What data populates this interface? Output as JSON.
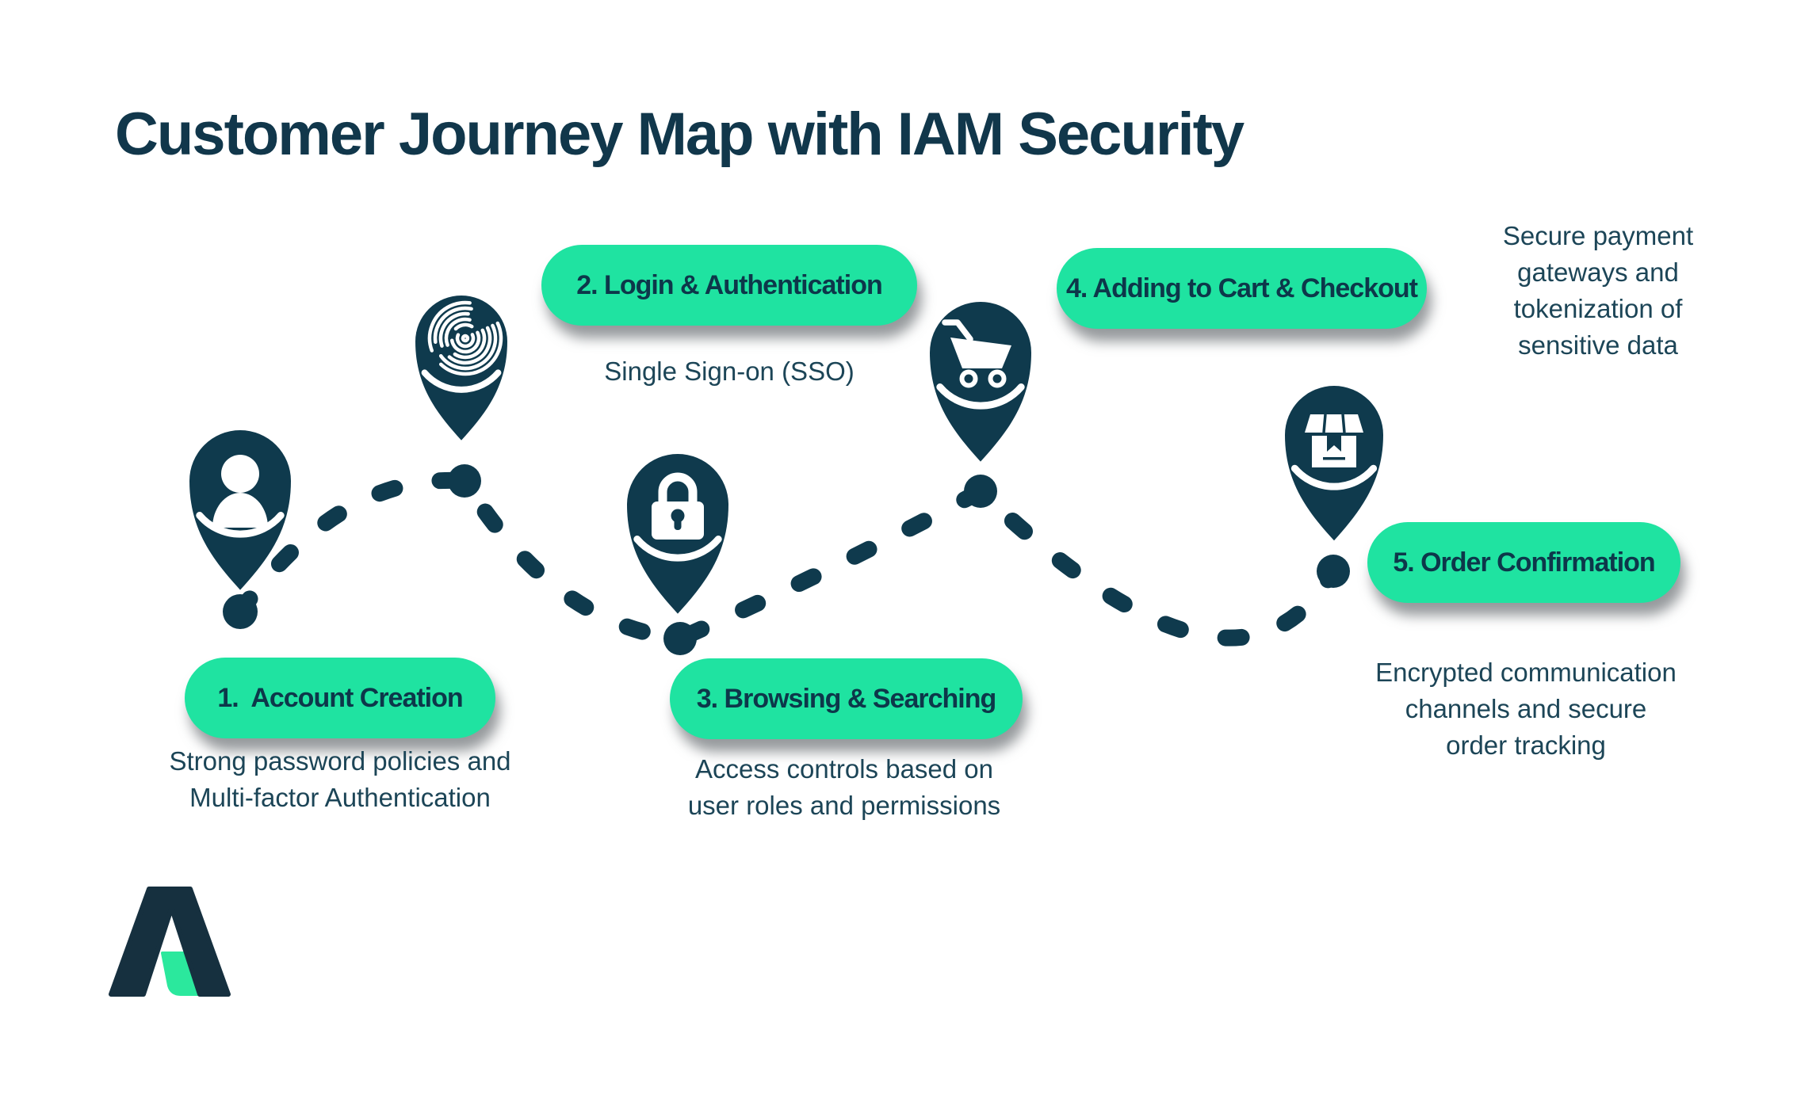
{
  "title": "Customer Journey Map with IAM Security",
  "colors": {
    "accent_green": "#1FE3A1",
    "navy": "#0F3A4D",
    "pill_text": "#0D374A",
    "body_text": "#1C4557",
    "title_text": "#11374B",
    "logo_navy": "#16303F",
    "logo_green": "#2BE89D",
    "background": "#FFFFFF"
  },
  "steps": [
    {
      "id": "1",
      "label": "1.  Account Creation",
      "description": "Strong password policies and\nMulti-factor Authentication",
      "icon": "user-icon"
    },
    {
      "id": "2",
      "label": "2. Login & Authentication",
      "description": "Single Sign-on (SSO)",
      "icon": "fingerprint-icon"
    },
    {
      "id": "3",
      "label": "3. Browsing & Searching",
      "description": "Access controls based on\nuser roles and permissions",
      "icon": "lock-icon"
    },
    {
      "id": "4",
      "label": "4. Adding to Cart & Checkout",
      "description": "Secure payment\ngateways and\ntokenization of\nsensitive data",
      "icon": "shopping-cart-icon"
    },
    {
      "id": "5",
      "label": "5. Order Confirmation",
      "description": "Encrypted communication\nchannels and secure\norder tracking",
      "icon": "package-box-icon"
    }
  ],
  "logo": {
    "name": "brand-logo-a-mark"
  }
}
